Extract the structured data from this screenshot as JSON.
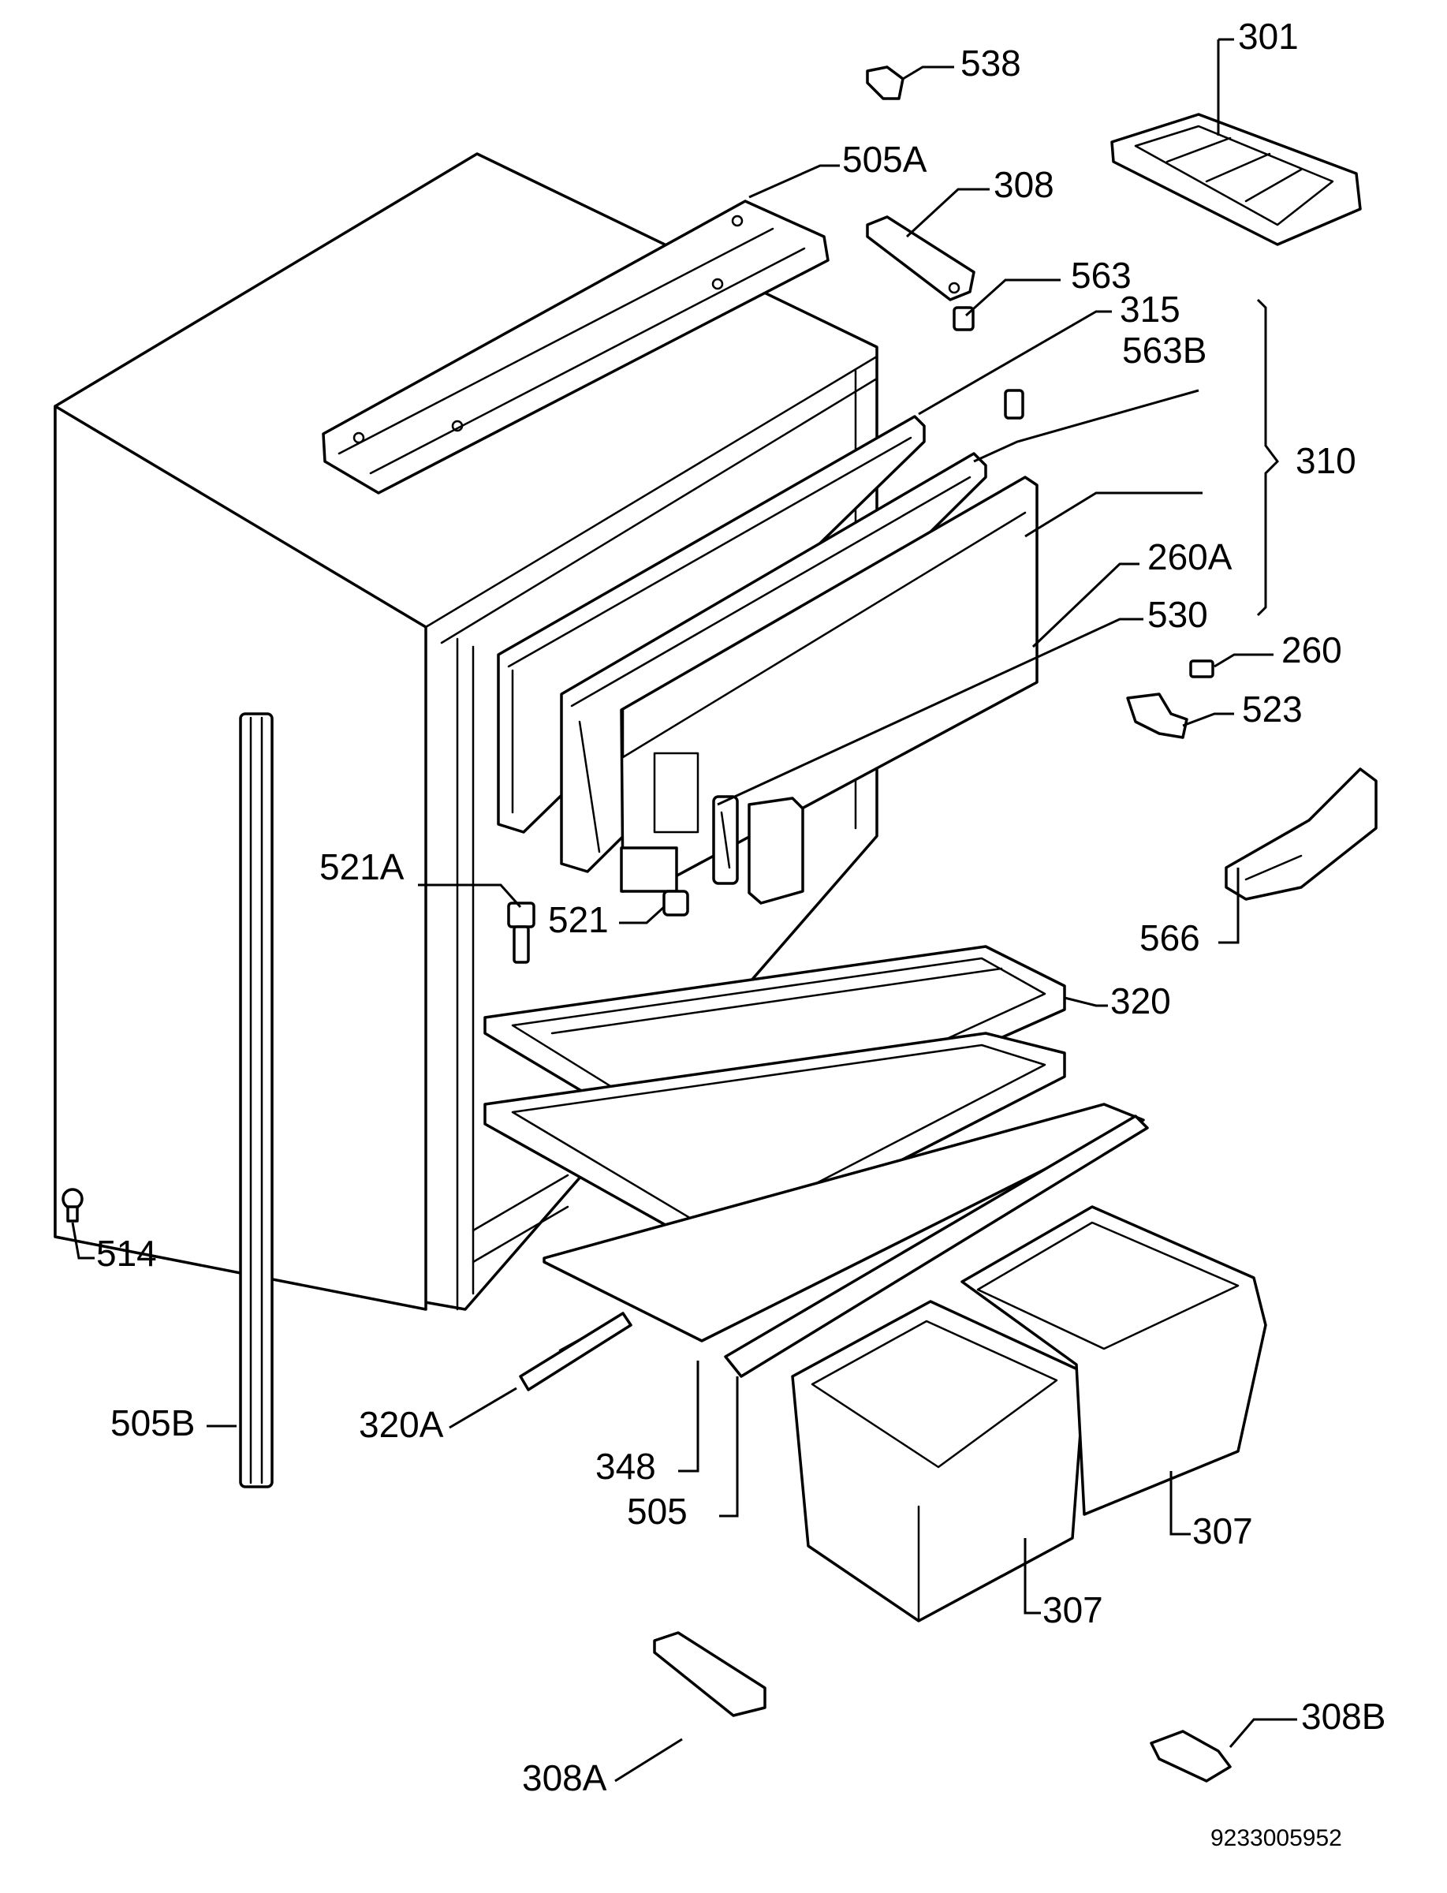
{
  "labels": {
    "p301": "301",
    "p538": "538",
    "p505a": "505A",
    "p308": "308",
    "p563": "563",
    "p315": "315",
    "p563b": "563B",
    "p310": "310",
    "p260a": "260A",
    "p530": "530",
    "p260": "260",
    "p523": "523",
    "p566": "566",
    "p521a": "521A",
    "p521": "521",
    "p320": "320",
    "p514": "514",
    "p505b": "505B",
    "p320a": "320A",
    "p348": "348",
    "p505": "505",
    "p307a": "307",
    "p307b": "307",
    "p308a": "308A",
    "p308b": "308B"
  },
  "document_number": "9233005952"
}
